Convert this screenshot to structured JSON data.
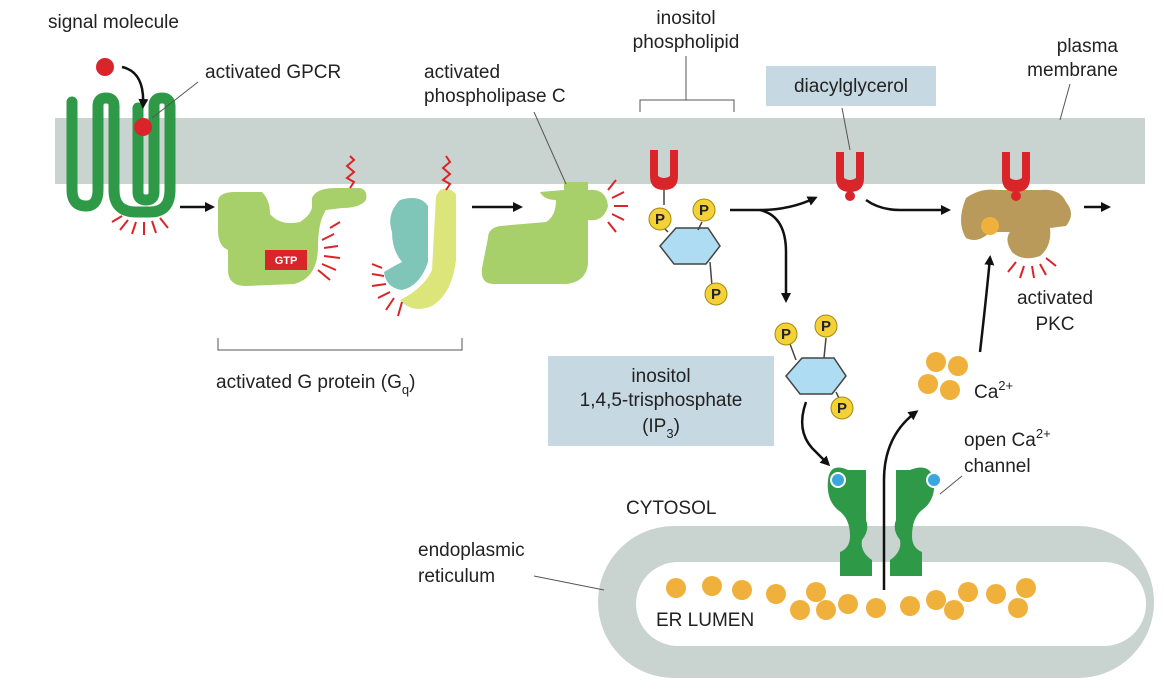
{
  "labels": {
    "signal_molecule": "signal molecule",
    "activated_gpcr": "activated GPCR",
    "activated_phospholipase_line1": "activated",
    "activated_phospholipase_line2": "phospholipase C",
    "inositol_phospholipid_line1": "inositol",
    "inositol_phospholipid_line2": "phospholipid",
    "diacylglycerol": "diacylglycerol",
    "plasma_membrane_line1": "plasma",
    "plasma_membrane_line2": "membrane",
    "gtp": "GTP",
    "activated_g_protein": "activated G protein (G",
    "g_protein_sub": "q",
    "g_protein_close": ")",
    "ip3_line1": "inositol",
    "ip3_line2": "1,4,5-trisphosphate",
    "ip3_line3_open": "(IP",
    "ip3_line3_sub": "3",
    "ip3_line3_close": ")",
    "activated_pkc_line1": "activated",
    "activated_pkc_line2": "PKC",
    "calcium": "Ca",
    "calcium_sup": "2+",
    "open_channel_line1": "open Ca",
    "open_channel_sup": "2+",
    "open_channel_line2": "channel",
    "cytosol": "CYTOSOL",
    "er_line1": "endoplasmic",
    "er_line2": "reticulum",
    "er_lumen": "ER LUMEN",
    "phosphate": "P"
  },
  "colors": {
    "membrane": "#c9d3d0",
    "gpcr": "#2e9a48",
    "g_alpha": "#a7cf6a",
    "g_beta": "#7fc6b8",
    "g_gamma": "#dce57a",
    "plc": "#a7cf6a",
    "lipid_head": "#d9242a",
    "phosphate": "#f4d237",
    "inositol_ring": "#aedcf2",
    "pkc": "#b99a5a",
    "calcium": "#f0b13c",
    "er": "#c9d3d0",
    "label_box": "#c6d8e2",
    "activation_marks": "#d9242a",
    "channel_dot": "#3aa7df"
  }
}
